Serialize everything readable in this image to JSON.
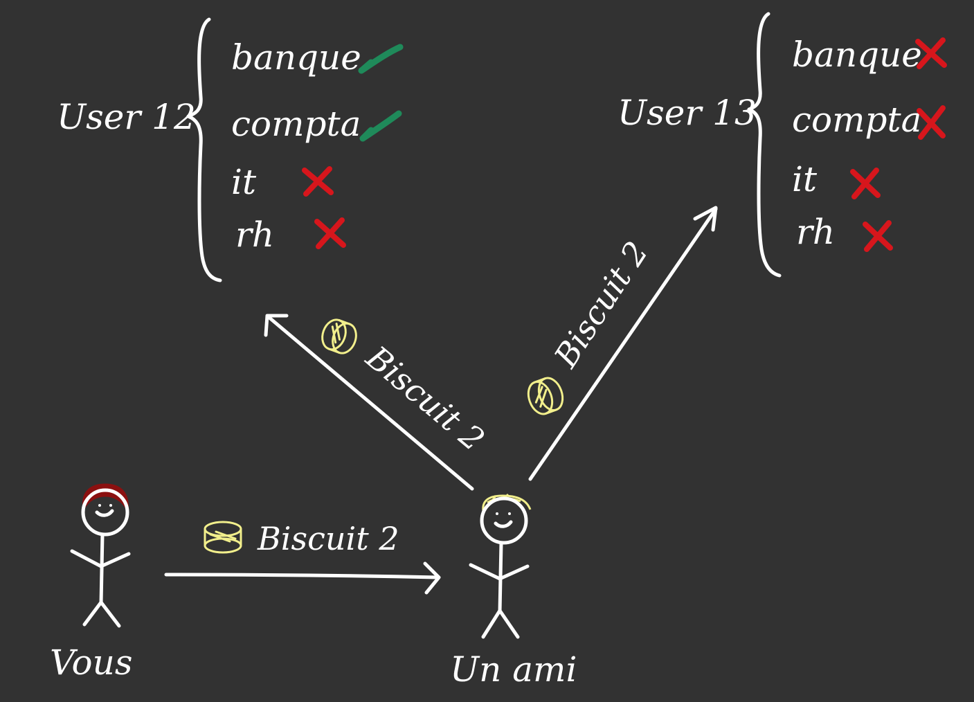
{
  "colors": {
    "background": "#323232",
    "ink": "#ffffff",
    "allowed": "#1f8a5a",
    "denied": "#d7161c",
    "cookie": "#f2ef8c",
    "hair_vous": "#8b1010",
    "hair_ami": "#f2ef8c"
  },
  "users": [
    {
      "label": "User 12",
      "permissions": [
        {
          "name": "banque",
          "status": "allowed",
          "icon": "check-icon"
        },
        {
          "name": "compta",
          "status": "allowed",
          "icon": "check-icon"
        },
        {
          "name": "it",
          "status": "denied",
          "icon": "cross-icon"
        },
        {
          "name": "rh",
          "status": "denied",
          "icon": "cross-icon"
        }
      ]
    },
    {
      "label": "User 13",
      "permissions": [
        {
          "name": "banque",
          "status": "denied",
          "icon": "cross-icon"
        },
        {
          "name": "compta",
          "status": "denied",
          "icon": "cross-icon"
        },
        {
          "name": "it",
          "status": "denied",
          "icon": "cross-icon"
        },
        {
          "name": "rh",
          "status": "denied",
          "icon": "cross-icon"
        }
      ]
    }
  ],
  "people": {
    "vous": "Vous",
    "ami": "Un ami"
  },
  "arrows": {
    "vous_to_ami": "Biscuit 2",
    "ami_to_user12": "Biscuit 2",
    "ami_to_user13": "Biscuit 2"
  }
}
